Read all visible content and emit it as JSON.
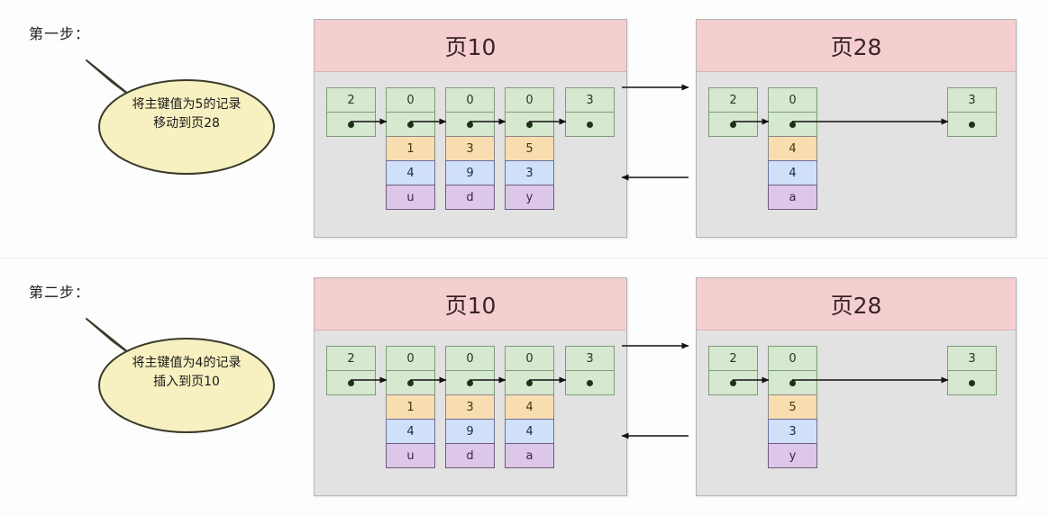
{
  "steps": [
    {
      "label": "第一步：",
      "callout": {
        "line1": "将主键值为5的记录",
        "line2": "移动到页28"
      },
      "pages": [
        {
          "title": "页10",
          "nodes": [
            {
              "header": "2",
              "pointer": "dot",
              "fields": []
            },
            {
              "header": "0",
              "pointer": "dot",
              "fields": [
                {
                  "color": "orange",
                  "value": "1"
                },
                {
                  "color": "blue",
                  "value": "4"
                },
                {
                  "color": "purple",
                  "value": "u"
                }
              ]
            },
            {
              "header": "0",
              "pointer": "dot",
              "fields": [
                {
                  "color": "orange",
                  "value": "3"
                },
                {
                  "color": "blue",
                  "value": "9"
                },
                {
                  "color": "purple",
                  "value": "d"
                }
              ]
            },
            {
              "header": "0",
              "pointer": "dot",
              "fields": [
                {
                  "color": "orange",
                  "value": "5"
                },
                {
                  "color": "blue",
                  "value": "3"
                },
                {
                  "color": "purple",
                  "value": "y"
                }
              ]
            },
            {
              "header": "3",
              "pointer": "dot",
              "fields": []
            }
          ]
        },
        {
          "title": "页28",
          "nodes": [
            {
              "header": "2",
              "pointer": "dot",
              "fields": []
            },
            {
              "header": "0",
              "pointer": "dot",
              "fields": [
                {
                  "color": "orange",
                  "value": "4"
                },
                {
                  "color": "blue",
                  "value": "4"
                },
                {
                  "color": "purple",
                  "value": "a"
                }
              ]
            },
            {
              "header": "3",
              "pointer": "dot",
              "fields": []
            }
          ]
        }
      ]
    },
    {
      "label": "第二步：",
      "callout": {
        "line1": "将主键值为4的记录",
        "line2": "插入到页10"
      },
      "pages": [
        {
          "title": "页10",
          "nodes": [
            {
              "header": "2",
              "pointer": "dot",
              "fields": []
            },
            {
              "header": "0",
              "pointer": "dot",
              "fields": [
                {
                  "color": "orange",
                  "value": "1"
                },
                {
                  "color": "blue",
                  "value": "4"
                },
                {
                  "color": "purple",
                  "value": "u"
                }
              ]
            },
            {
              "header": "0",
              "pointer": "dot",
              "fields": [
                {
                  "color": "orange",
                  "value": "3"
                },
                {
                  "color": "blue",
                  "value": "9"
                },
                {
                  "color": "purple",
                  "value": "d"
                }
              ]
            },
            {
              "header": "0",
              "pointer": "dot",
              "fields": [
                {
                  "color": "orange",
                  "value": "4"
                },
                {
                  "color": "blue",
                  "value": "4"
                },
                {
                  "color": "purple",
                  "value": "a"
                }
              ]
            },
            {
              "header": "3",
              "pointer": "dot",
              "fields": []
            }
          ]
        },
        {
          "title": "页28",
          "nodes": [
            {
              "header": "2",
              "pointer": "dot",
              "fields": []
            },
            {
              "header": "0",
              "pointer": "dot",
              "fields": [
                {
                  "color": "orange",
                  "value": "5"
                },
                {
                  "color": "blue",
                  "value": "3"
                },
                {
                  "color": "purple",
                  "value": "y"
                }
              ]
            },
            {
              "header": "3",
              "pointer": "dot",
              "fields": []
            }
          ]
        }
      ]
    }
  ],
  "colors": {
    "page_header": "#f5cfd0",
    "page_body": "#e2e2e2",
    "node_green": "#d6e8cf",
    "node_orange": "#f8ddb0",
    "node_blue": "#cfe0f8",
    "node_purple": "#dcc7e8",
    "callout_fill": "#f7f0c0",
    "arrow": "#111111"
  }
}
